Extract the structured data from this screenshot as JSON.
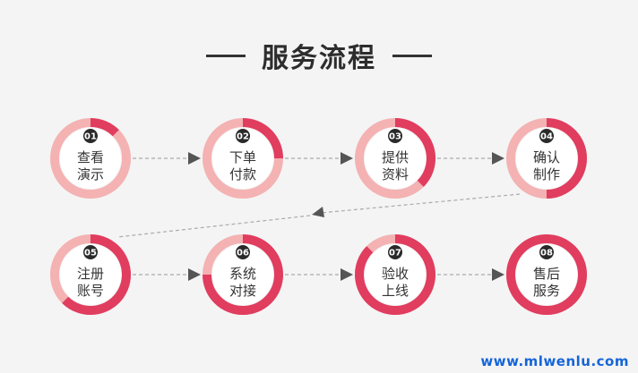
{
  "title": "服务流程",
  "watermark": "www.mlwenlu.com",
  "colors": {
    "ring_light": "#f4b2b2",
    "ring_dark": "#e03d5f",
    "inner_fill": "#ffffff",
    "text": "#333333",
    "arrow": "#555555",
    "dash": "#aaaaaa"
  },
  "steps": [
    {
      "num": "01",
      "line1": "查看",
      "line2": "演示",
      "progress": 0.125
    },
    {
      "num": "02",
      "line1": "下单",
      "line2": "付款",
      "progress": 0.25
    },
    {
      "num": "03",
      "line1": "提供",
      "line2": "资料",
      "progress": 0.375
    },
    {
      "num": "04",
      "line1": "确认",
      "line2": "制作",
      "progress": 0.5
    },
    {
      "num": "05",
      "line1": "注册",
      "line2": "账号",
      "progress": 0.625
    },
    {
      "num": "06",
      "line1": "系统",
      "line2": "对接",
      "progress": 0.75
    },
    {
      "num": "07",
      "line1": "验收",
      "line2": "上线",
      "progress": 0.875
    },
    {
      "num": "08",
      "line1": "售后",
      "line2": "服务",
      "progress": 1.0
    }
  ]
}
